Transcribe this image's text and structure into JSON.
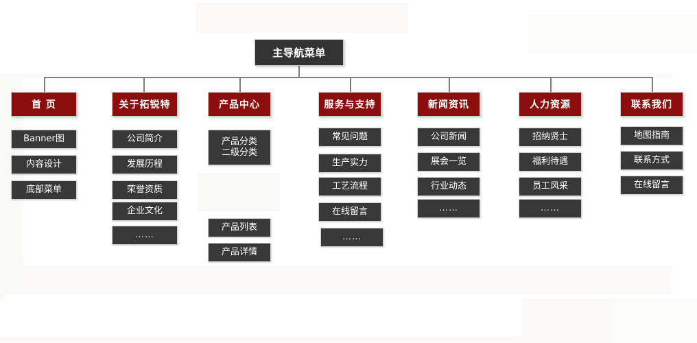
{
  "diagram": {
    "title": "主导航菜单",
    "root": {
      "label": "主导航菜单"
    },
    "columns": [
      {
        "id": "home",
        "header": "首 页",
        "children": [
          {
            "label": "Banner图"
          },
          {
            "label": "内容设计"
          },
          {
            "label": "底部菜单"
          }
        ]
      },
      {
        "id": "about",
        "header": "关于拓锐特",
        "children": [
          {
            "label": "公司简介"
          },
          {
            "label": "发展历程"
          },
          {
            "label": "荣誉资质"
          },
          {
            "label": "企业文化"
          },
          {
            "label": "……"
          }
        ]
      },
      {
        "id": "products",
        "header": "产品中心",
        "children": [
          {
            "label": "产品分类\n二级分类"
          },
          {
            "label": "产品列表"
          },
          {
            "label": "产品详情"
          }
        ]
      },
      {
        "id": "service",
        "header": "服务与支持",
        "children": [
          {
            "label": "常见问题"
          },
          {
            "label": "生产实力"
          },
          {
            "label": "工艺流程"
          },
          {
            "label": "在线留言"
          },
          {
            "label": "……"
          }
        ]
      },
      {
        "id": "news",
        "header": "新闻资讯",
        "children": [
          {
            "label": "公司新闻"
          },
          {
            "label": "展会一览"
          },
          {
            "label": "行业动态"
          },
          {
            "label": "……"
          }
        ]
      },
      {
        "id": "hr",
        "header": "人力资源",
        "children": [
          {
            "label": "招纳贤士"
          },
          {
            "label": "福利待遇"
          },
          {
            "label": "员工风采"
          },
          {
            "label": "……"
          }
        ]
      },
      {
        "id": "contact",
        "header": "联系我们",
        "children": [
          {
            "label": "地图指南"
          },
          {
            "label": "联系方式"
          },
          {
            "label": "在线留言"
          }
        ]
      }
    ]
  },
  "colors": {
    "root_bg": "#333333",
    "header_bg": "#8b0d0d",
    "node_bg": "#383838",
    "node_text": "#ffffff",
    "connector": "#7d7d7d",
    "page_bg": "#ffffff"
  }
}
